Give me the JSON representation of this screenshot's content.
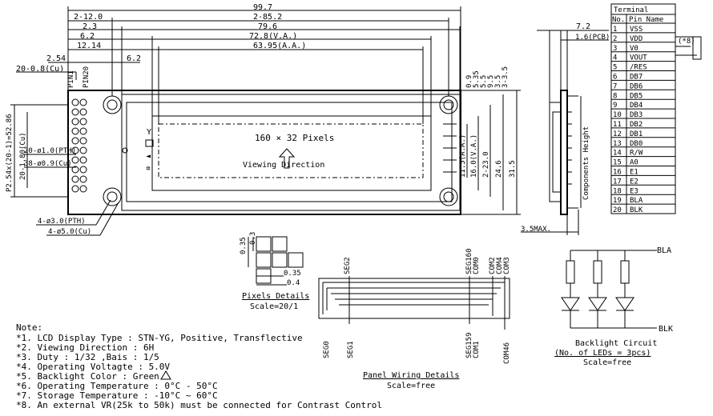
{
  "top_dims": {
    "d1": "99.7",
    "d2": "2-12.0",
    "d3": "2-85.2",
    "d4": "2.3",
    "d5": "79.6",
    "d6": "6.2",
    "d7": "72.8(V.A.)",
    "d8": "12.14",
    "d9": "63.95(A.A.)",
    "d10": "2.54",
    "d11": "6.2",
    "d12": "20-0.8(Cu)"
  },
  "left_dims": {
    "p1": "P2.54x(20-1)=52.86",
    "p2": "20-1.80(Cu)",
    "p3": "20-ø1.0(PTH)",
    "p4": "38-ø0.9(Cu)",
    "p5": "4-ø3.0(PTH)",
    "p6": "4-ø5.0(Cu)"
  },
  "pins": {
    "p1": "PIN1",
    "p20": "PIN20"
  },
  "right_dims": {
    "r1": "0.9",
    "r2": "5.35",
    "r3": "5.5",
    "r4": "9.5",
    "r5": "3.5",
    "r6": "3-3.5",
    "r7": "11.5(A.A.)",
    "r8": "16.0(V.A.)",
    "r9": "2-23.0",
    "r10": "24.6",
    "r11": "31.5"
  },
  "display": {
    "pixels_label": "160 × 32 Pixels",
    "view_label": "Viewing Direction"
  },
  "side_view": {
    "d1": "7.2",
    "d2": "1.6(PCB)",
    "comp_height": "Components Height",
    "max": "3.5MAX."
  },
  "terminal": {
    "title": "Terminal",
    "hdr_no": "No.",
    "hdr_pin": "Pin Name",
    "note": "(*8)",
    "rows": [
      {
        "no": "1",
        "name": "VSS"
      },
      {
        "no": "2",
        "name": "VDD"
      },
      {
        "no": "3",
        "name": "V0"
      },
      {
        "no": "4",
        "name": "VOUT"
      },
      {
        "no": "5",
        "name": "/RES"
      },
      {
        "no": "6",
        "name": "DB7"
      },
      {
        "no": "7",
        "name": "DB6"
      },
      {
        "no": "8",
        "name": "DB5"
      },
      {
        "no": "9",
        "name": "DB4"
      },
      {
        "no": "10",
        "name": "DB3"
      },
      {
        "no": "11",
        "name": "DB2"
      },
      {
        "no": "12",
        "name": "DB1"
      },
      {
        "no": "13",
        "name": "DB0"
      },
      {
        "no": "14",
        "name": "R/W"
      },
      {
        "no": "15",
        "name": "A0"
      },
      {
        "no": "16",
        "name": "E1"
      },
      {
        "no": "17",
        "name": "E2"
      },
      {
        "no": "18",
        "name": "E3"
      },
      {
        "no": "19",
        "name": "BLA"
      },
      {
        "no": "20",
        "name": "BLK"
      }
    ]
  },
  "pixels_detail": {
    "d1": "0.35",
    "d2": "0.3",
    "d3": "0.35",
    "d4": "0.4",
    "title": "Pixels Details",
    "scale": "Scale=20/1"
  },
  "panel_wiring": {
    "seg2": "SEG2",
    "seg160": "SEG160",
    "com0": "COM0",
    "com2": "COM2",
    "com4": "COM4",
    "com3": "COM3",
    "seg0": "SEG0",
    "seg1": "SEG1",
    "seg159": "SEG159",
    "com1": "COM1",
    "com46": "COM46",
    "title": "Panel Wiring Details",
    "scale": "Scale=free"
  },
  "backlight": {
    "bla": "BLA",
    "blk": "BLK",
    "title": "Backlight Circuit",
    "subtitle": "(No. of LEDs = 3pcs)",
    "scale": "Scale=free"
  },
  "notes": {
    "title": "Note:",
    "items": [
      "*1. LCD Display Type : STN-YG, Positive, Transflective",
      "*2. Viewing Direction : 6H",
      "*3. Duty : 1/32 ,Bais : 1/5",
      "*4. Operating Voltagte : 5.0V",
      "*5. Backlight Color : Green",
      "*6. Operating Temperature : 0°C - 50°C",
      "*7. Storage Temperature : -10°C ~ 60°C",
      "*8. An external VR(25k to 50k) must be connected for Contrast Control"
    ]
  }
}
